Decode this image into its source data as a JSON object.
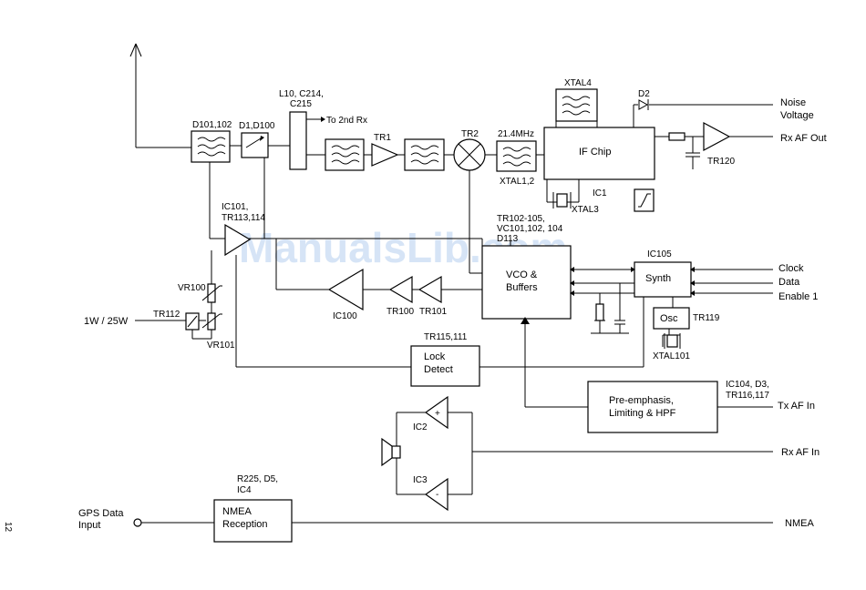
{
  "watermark": "ManualsLib.com",
  "page_number": "12",
  "blocks": {
    "d101": "D101,102",
    "d1": "D1,D100",
    "l10_a": "L10, C214,",
    "l10_b": "C215",
    "to_2nd_rx": "To 2nd Rx",
    "tr1": "TR1",
    "tr2": "TR2",
    "mhz": "21.4MHz",
    "xtal12": "XTAL1,2",
    "xtal4": "XTAL4",
    "d2": "D2",
    "if_chip": "IF Chip",
    "ic1": "IC1",
    "xtal3": "XTAL3",
    "tr120": "TR120",
    "ic101_a": "IC101,",
    "ic101_b": "TR113,114",
    "tr102_a": "TR102-105,",
    "tr102_b": "VC101,102, 104",
    "tr102_c": "D113",
    "vco_a": "VCO &",
    "vco_b": "Buffers",
    "ic105": "IC105",
    "synth": "Synth",
    "osc": "Osc",
    "tr119": "TR119",
    "xtal101": "XTAL101",
    "ic100": "IC100",
    "tr100": "TR100",
    "tr101": "TR101",
    "vr100": "VR100",
    "vr101": "VR101",
    "tr112": "TR112",
    "tr115": "TR115,111",
    "lock_a": "Lock",
    "lock_b": "Detect",
    "ic104_a": "IC104, D3,",
    "ic104_b": "TR116,117",
    "pre_a": "Pre-emphasis,",
    "pre_b": "Limiting & HPF",
    "ic2": "IC2",
    "ic3": "IC3",
    "plus": "+",
    "minus": "-",
    "r225_a": "R225, D5,",
    "r225_b": "IC4",
    "nmea_a": "NMEA",
    "nmea_b": "Reception"
  },
  "io": {
    "noise_a": "Noise",
    "noise_b": "Voltage",
    "rx_af_out": "Rx AF Out",
    "clock": "Clock",
    "data": "Data",
    "enable": "Enable 1",
    "power": "1W / 25W",
    "tx_af_in": "Tx AF In",
    "rx_af_in": "Rx AF In",
    "gps_a": "GPS Data",
    "gps_b": "Input",
    "nmea_out": "NMEA"
  }
}
